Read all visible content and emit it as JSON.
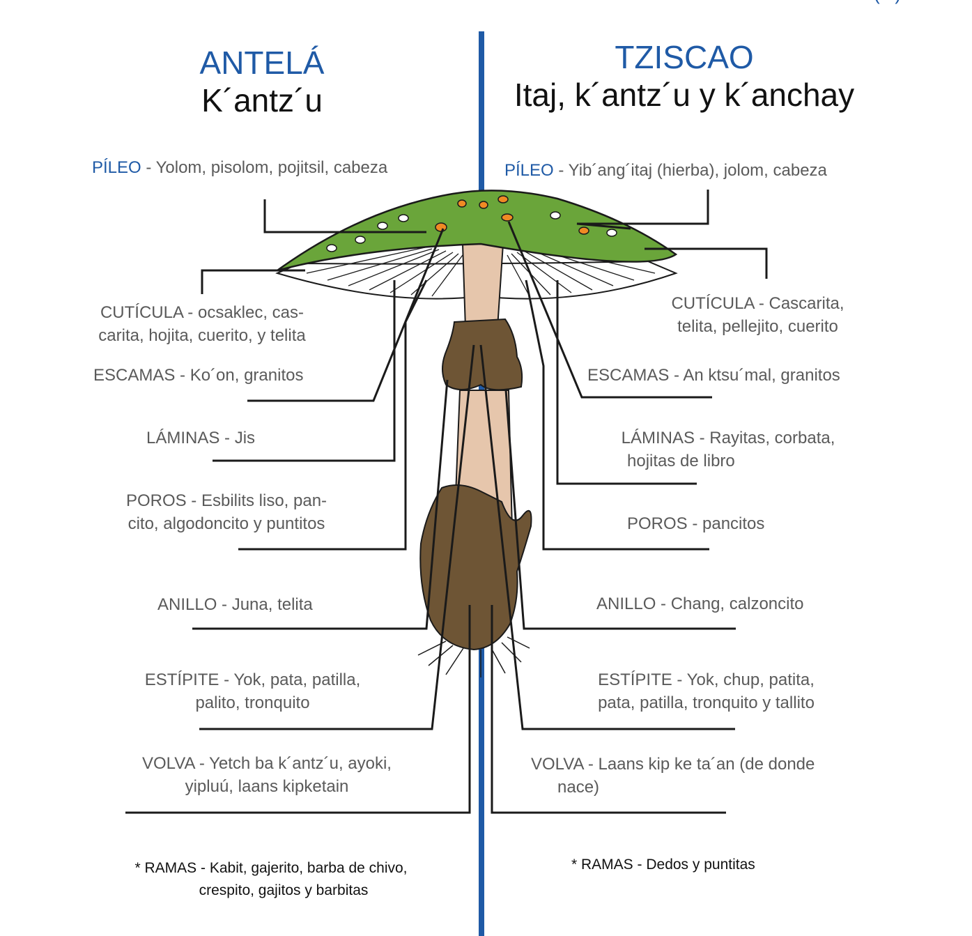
{
  "colors": {
    "accent_blue": "#1f5aa6",
    "cap_green": "#6aa53a",
    "stem": "#e6c6ac",
    "brown": "#6e5535",
    "leader": "#1a1a1a"
  },
  "corner_fragment": "(...)",
  "left": {
    "title": "ANTELÁ",
    "subtitle": "K´antz´u",
    "pileo_term": "PÍLEO",
    "pileo_desc": " - Yolom, pisolom, pojitsil, cabeza",
    "cuticula": [
      "CUTÍCULA - ocsaklec, cas-",
      "carita, hojita, cuerito, y telita"
    ],
    "escamas": "ESCAMAS - Ko´on, granitos",
    "laminas": "LÁMINAS - Jis",
    "poros": [
      "POROS - Esbilits  liso, pan-",
      "cito, algodoncito y puntitos"
    ],
    "anillo": "ANILLO - Juna, telita",
    "estipite": [
      "ESTÍPITE - Yok, pata, patilla,",
      "palito, tronquito"
    ],
    "volva": [
      "VOLVA - Yetch ba k´antz´u, ayoki,",
      "yipluú, laans kipketain"
    ],
    "ramas": [
      "* RAMAS - Kabit, gajerito, barba de chivo,",
      "crespito, gajitos  y barbitas"
    ]
  },
  "right": {
    "title": "TZISCAO",
    "subtitle": "Itaj, k´antz´u y k´anchay",
    "pileo_term": "PÍLEO",
    "pileo_desc": " - Yib´ang´itaj (hierba), jolom, cabeza",
    "cuticula": [
      "CUTÍCULA - Cascarita,",
      "telita, pellejito, cuerito"
    ],
    "escamas": "ESCAMAS - An ktsu´mal, granitos",
    "laminas": [
      "LÁMINAS - Rayitas, corbata,",
      "hojitas de libro"
    ],
    "poros": "POROS - pancitos",
    "anillo": "ANILLO - Chang, calzoncito",
    "estipite": [
      "ESTÍPITE - Yok, chup, patita,",
      "pata, patilla, tronquito  y tallito"
    ],
    "volva": [
      "VOLVA - Laans kip ke ta´an (de donde",
      "nace)"
    ],
    "ramas": "* RAMAS - Dedos y puntitas"
  }
}
